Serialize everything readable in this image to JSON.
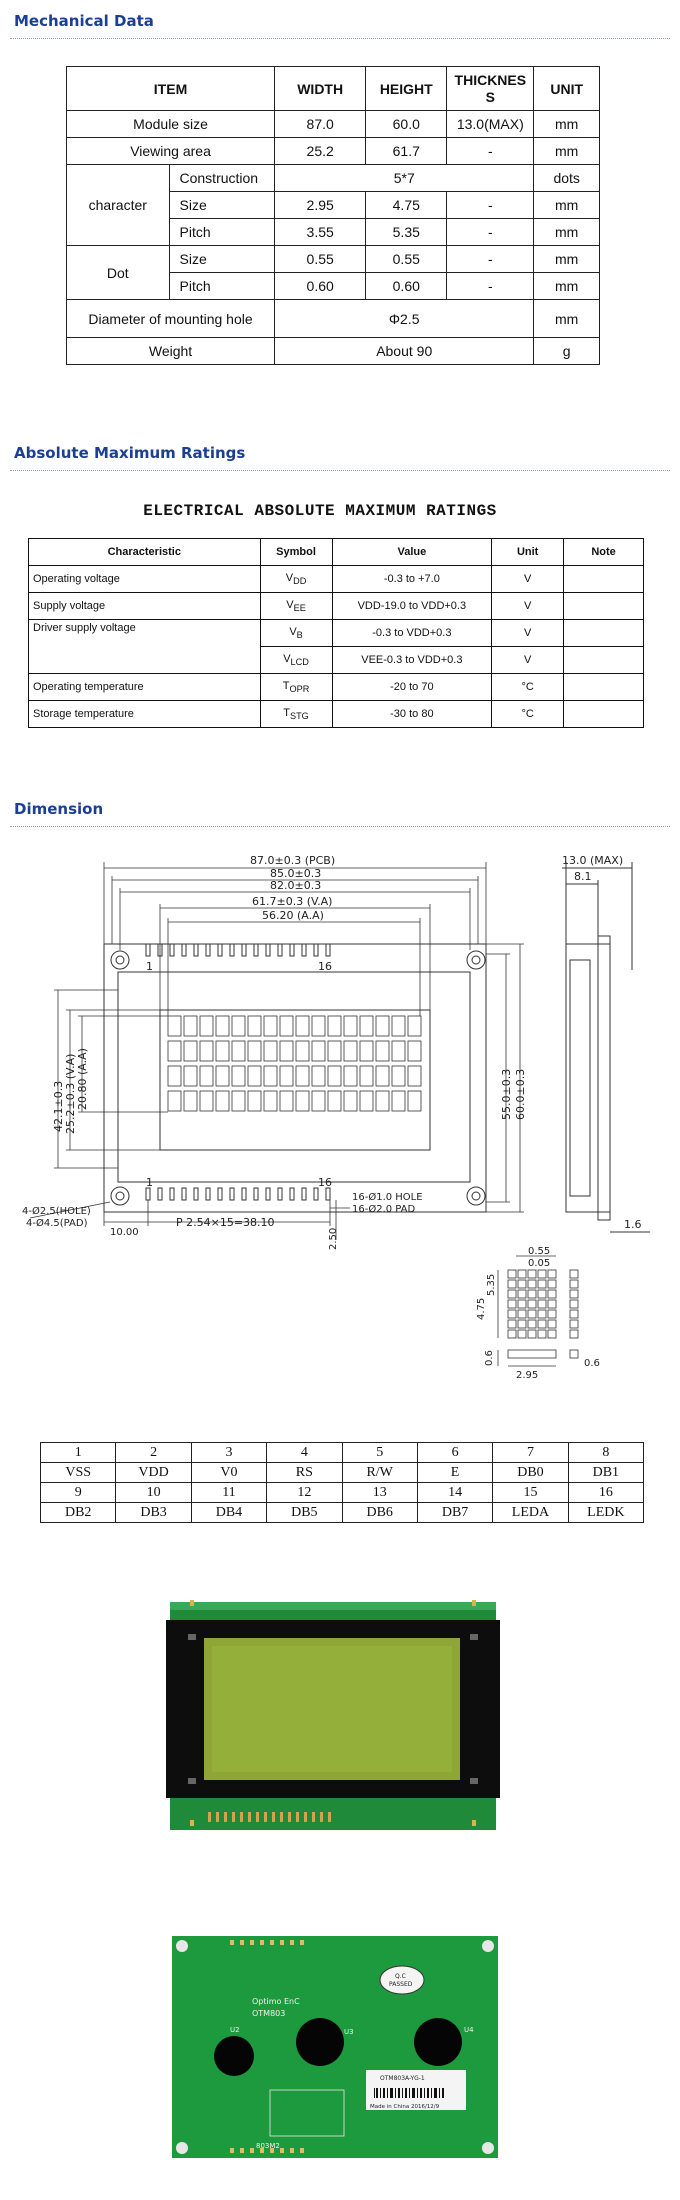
{
  "sections": {
    "mechanical": "Mechanical Data",
    "absolute": "Absolute Maximum Ratings",
    "dimension": "Dimension"
  },
  "mech": {
    "headers": [
      "ITEM",
      "WIDTH",
      "HEIGHT",
      "THICKNESS",
      "UNIT"
    ],
    "module_size": {
      "label": "Module size",
      "w": "87.0",
      "h": "60.0",
      "t": "13.0(MAX)",
      "u": "mm"
    },
    "viewing_area": {
      "label": "Viewing area",
      "w": "25.2",
      "h": "61.7",
      "t": "-",
      "u": "mm"
    },
    "character": {
      "label": "character",
      "construction": {
        "label": "Construction",
        "value": "5*7",
        "u": "dots"
      },
      "size": {
        "label": "Size",
        "w": "2.95",
        "h": "4.75",
        "t": "-",
        "u": "mm"
      },
      "pitch": {
        "label": "Pitch",
        "w": "3.55",
        "h": "5.35",
        "t": "-",
        "u": "mm"
      }
    },
    "dot": {
      "label": "Dot",
      "size": {
        "label": "Size",
        "w": "0.55",
        "h": "0.55",
        "t": "-",
        "u": "mm"
      },
      "pitch": {
        "label": "Pitch",
        "w": "0.60",
        "h": "0.60",
        "t": "-",
        "u": "mm"
      }
    },
    "hole": {
      "label": "Diameter of mounting hole",
      "value": "Φ2.5",
      "u": "mm"
    },
    "weight": {
      "label": "Weight",
      "value": "About 90",
      "u": "g"
    }
  },
  "abs": {
    "heading": "ELECTRICAL ABSOLUTE MAXIMUM RATINGS",
    "headers": [
      "Characteristic",
      "Symbol",
      "Value",
      "Unit",
      "Note"
    ],
    "rows": [
      {
        "char": "Operating voltage",
        "sym": "V",
        "sub": "DD",
        "val": "-0.3 to +7.0",
        "unit": "V"
      },
      {
        "char": "Supply voltage",
        "sym": "V",
        "sub": "EE",
        "val": "VDD-19.0 to VDD+0.3",
        "unit": "V"
      },
      {
        "char": "Driver supply voltage",
        "sym": "V",
        "sub": "B",
        "val": "-0.3 to VDD+0.3",
        "unit": "V"
      },
      {
        "char": "",
        "sym": "V",
        "sub": "LCD",
        "val": "VEE-0.3 to VDD+0.3",
        "unit": "V"
      },
      {
        "char": "Operating temperature",
        "sym": "T",
        "sub": "OPR",
        "val": "-20 to 70",
        "unit": "°C"
      },
      {
        "char": "Storage temperature",
        "sym": "T",
        "sub": "STG",
        "val": "-30 to 80",
        "unit": "°C"
      }
    ]
  },
  "dim": {
    "pcb": "87.0±0.3 (PCB)",
    "d85": "85.0±0.3",
    "d82": "82.0±0.3",
    "va": "61.7±0.3 (V.A)",
    "aa": "56.20 (A.A)",
    "h42": "42.1±0.3",
    "hva": "25.2±0.3 (V.A)",
    "haa": "20.80 (A.A)",
    "h55": "55.0±0.3",
    "h60": "60.0±0.3",
    "pin1": "1",
    "pin16": "16",
    "hole_note": "16-Ø1.0 HOLE",
    "pad_note": "16-Ø2.0 PAD",
    "hole_left1": "4-Ø2.5(HOLE)",
    "hole_left2": "4-Ø4.5(PAD)",
    "d10": "10.00",
    "pitch": "P 2.54×15=38.10",
    "d250": "2.50",
    "side_max": "13.0 (MAX)",
    "side_81": "8.1",
    "side_16": "1.6",
    "c055": "0.55",
    "c005": "0.05",
    "c535": "5.35",
    "c475": "4.75",
    "c295": "2.95",
    "c06a": "0.6",
    "c06b": "0.6"
  },
  "pins": {
    "row1": [
      "1",
      "2",
      "3",
      "4",
      "5",
      "6",
      "7",
      "8"
    ],
    "row2": [
      "VSS",
      "VDD",
      "V0",
      "RS",
      "R/W",
      "E",
      "DB0",
      "DB1"
    ],
    "row3": [
      "9",
      "10",
      "11",
      "12",
      "13",
      "14",
      "15",
      "16"
    ],
    "row4": [
      "DB2",
      "DB3",
      "DB4",
      "DB5",
      "DB6",
      "DB7",
      "LEDA",
      "LEDK"
    ]
  },
  "board": {
    "brand": "Optimo EnC",
    "model": "OTM803",
    "qc1": "Q.C",
    "qc2": "PASSED",
    "label1": "OTM803A-YG-1",
    "label2": "Made in China 2016/12/9",
    "u2": "U2",
    "u3": "U3",
    "u4": "U4",
    "bottom": "803M2"
  }
}
